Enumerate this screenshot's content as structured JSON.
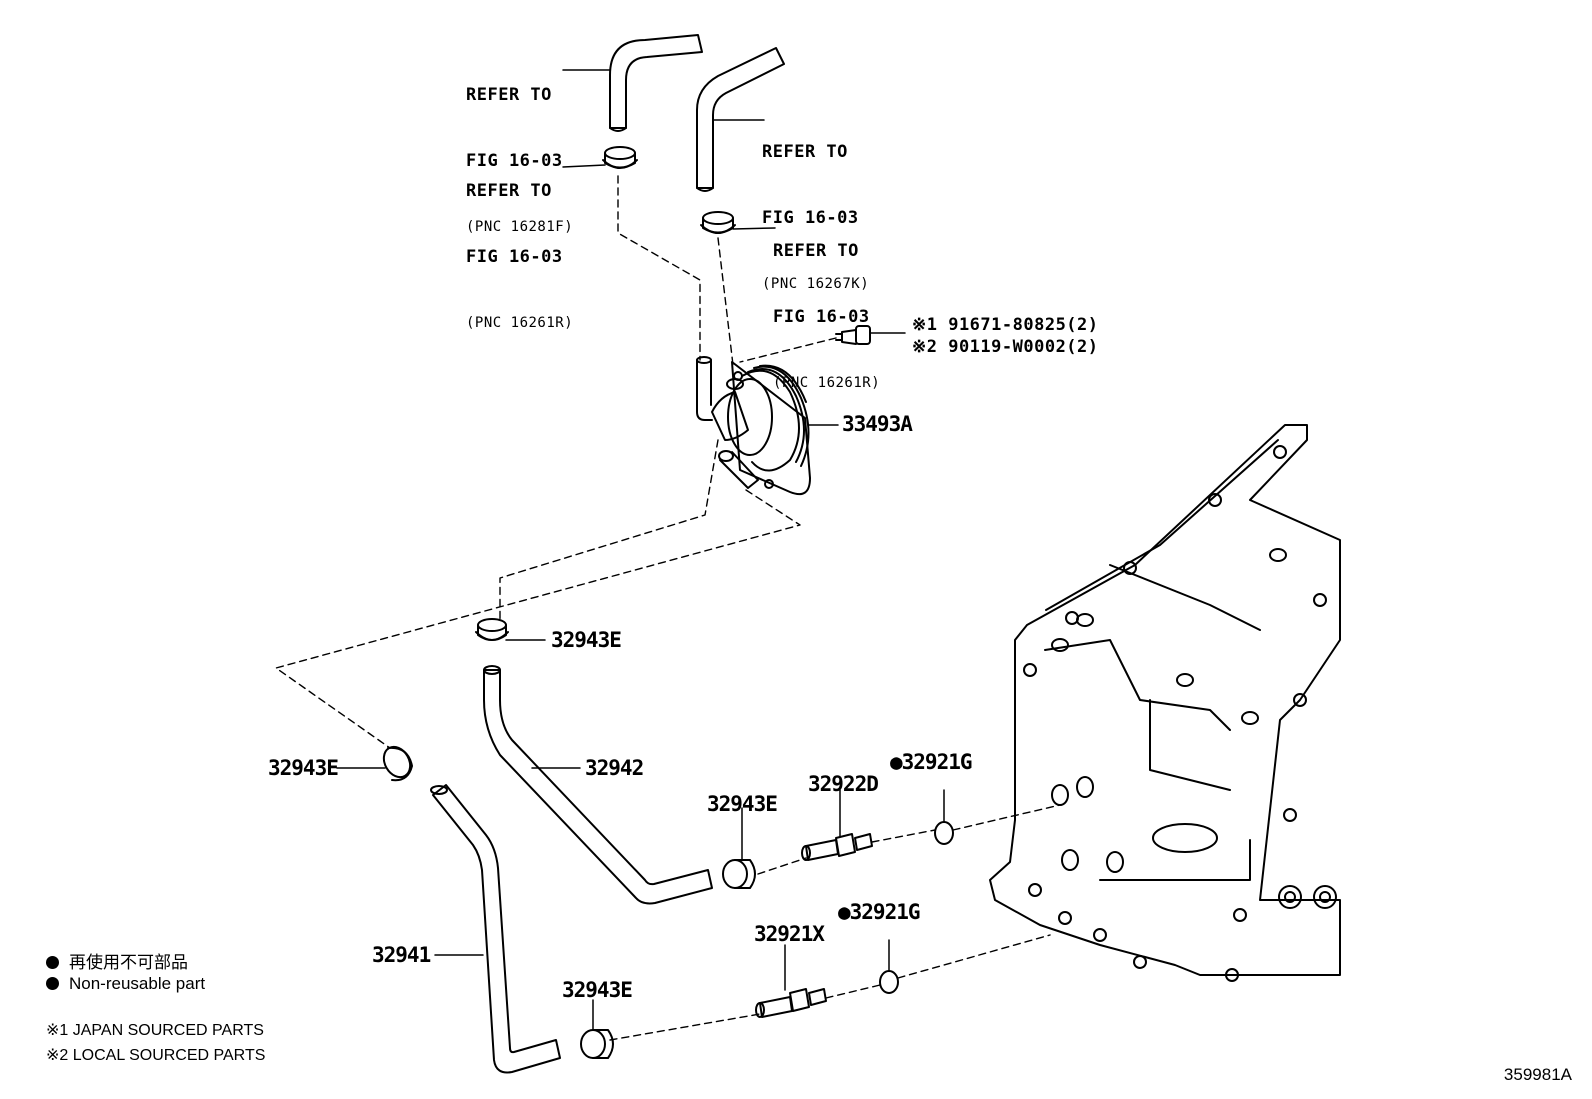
{
  "labels": {
    "refer_1": {
      "line1": "REFER TO",
      "line2": "FIG 16-03",
      "pnc": "(PNC 16281F)"
    },
    "refer_2": {
      "line1": "REFER TO",
      "line2": "FIG 16-03",
      "pnc": "(PNC 16261R)"
    },
    "refer_3": {
      "line1": "REFER TO",
      "line2": "FIG 16-03",
      "pnc": "(PNC 16267K)"
    },
    "refer_4": {
      "line1": "REFER TO",
      "line2": "FIG 16-03",
      "pnc": "(PNC 16261R)"
    },
    "bolt_1": "※1 91671-80825(2)",
    "bolt_2": "※2 90119-W0002(2)",
    "cooler": "33493A",
    "clamp_top": "32943E",
    "clamp_left": "32943E",
    "hose_32942": "32942",
    "clamp_mid": "32943E",
    "union_32922d": "32922D",
    "gasket_top": "●32921G",
    "union_32921x": "32921X",
    "gasket_bottom": "●32921G",
    "hose_32941": "32941",
    "clamp_bottom": "32943E"
  },
  "legend": {
    "jp": "再使用不可部品",
    "en": "Non-reusable part",
    "note1": "※1 JAPAN SOURCED PARTS",
    "note2": "※2 LOCAL SOURCED PARTS"
  },
  "figure_number": "359981A"
}
